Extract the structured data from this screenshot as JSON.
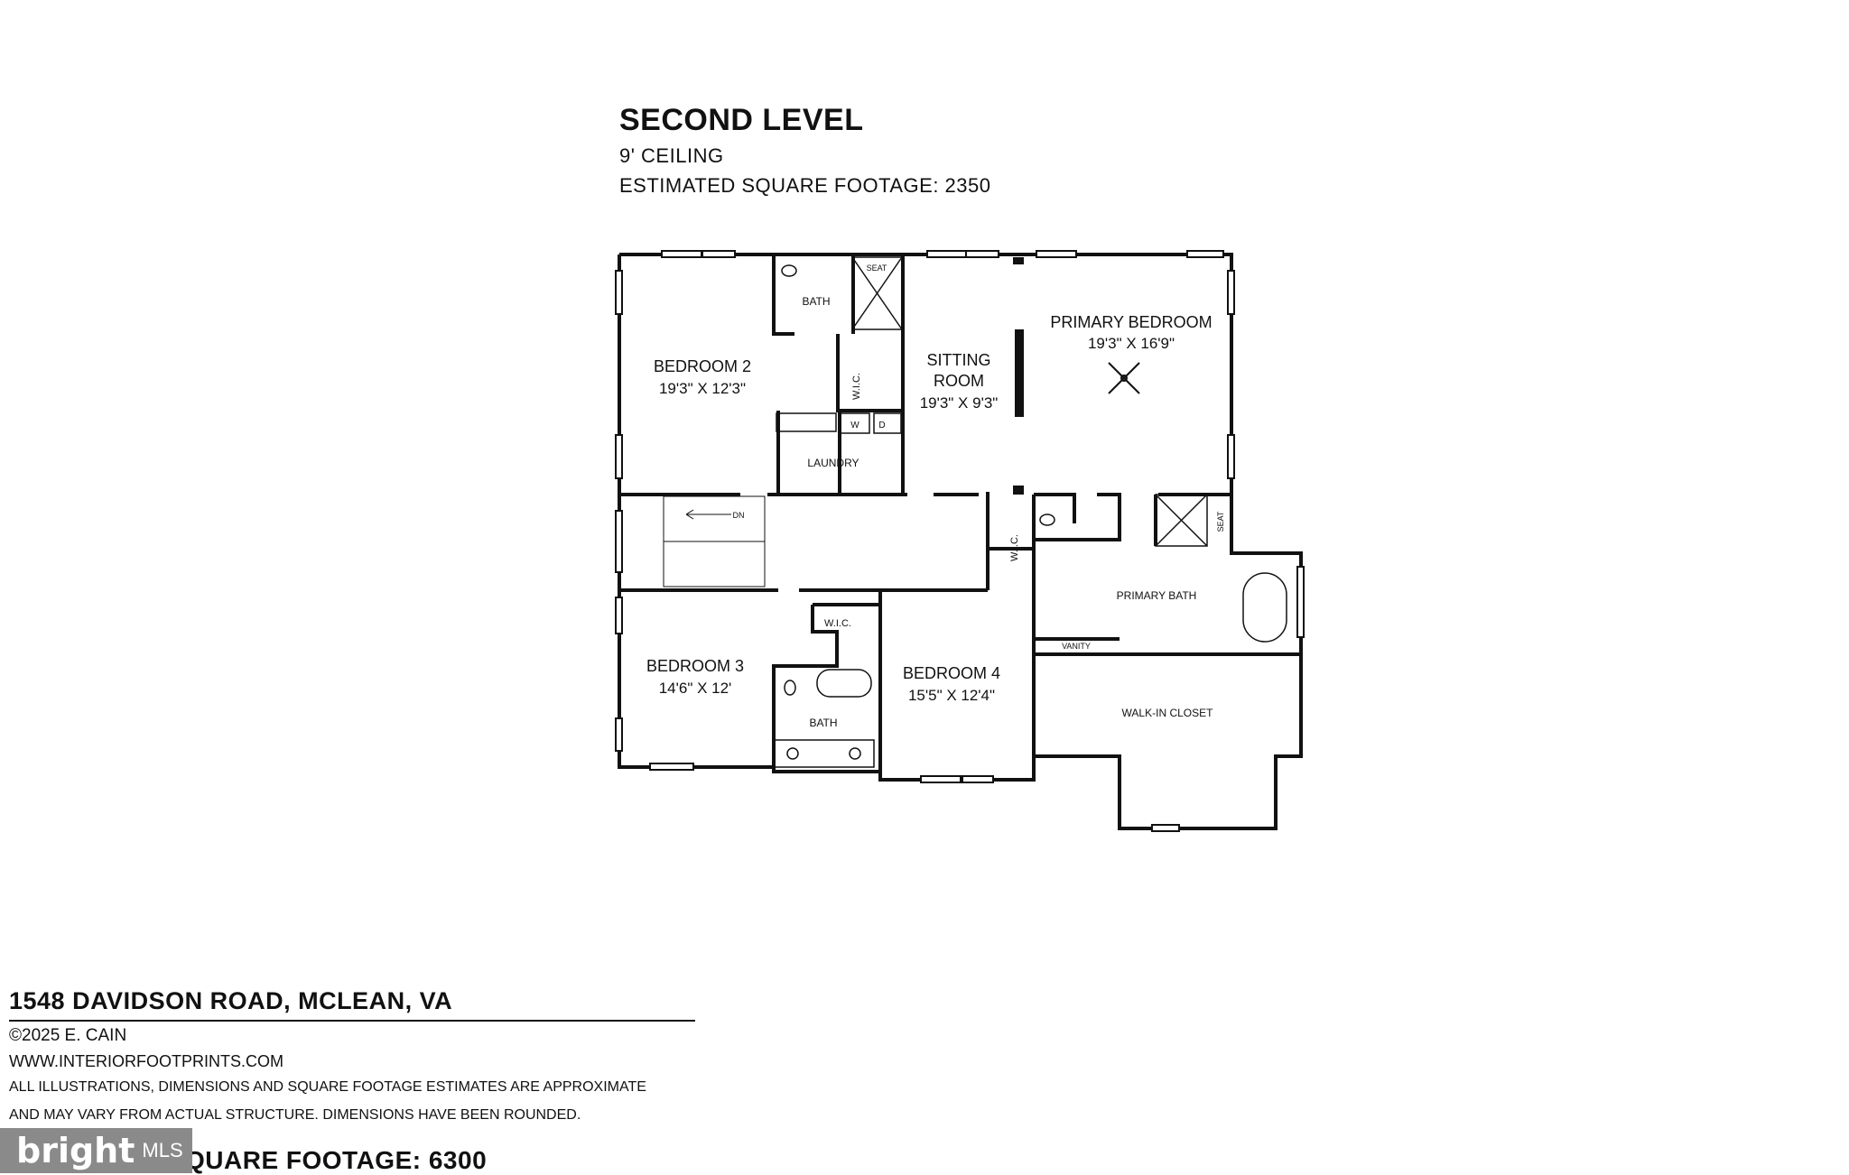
{
  "header": {
    "title": "SECOND LEVEL",
    "ceiling": "9' CEILING",
    "sqft": "ESTIMATED SQUARE FOOTAGE: 2350"
  },
  "rooms": {
    "bath_top": "BATH",
    "seat_top": "SEAT",
    "bedroom2_name": "BEDROOM 2",
    "bedroom2_dim": "19'3\" X 12'3\"",
    "wic_left": "W.I.C.",
    "washer": "W",
    "dryer": "D",
    "laundry": "LAUNDRY",
    "sitting_name1": "SITTING",
    "sitting_name2": "ROOM",
    "sitting_dim": "19'3\" X 9'3\"",
    "primary_name": "PRIMARY BEDROOM",
    "primary_dim": "19'3\" X 16'9\"",
    "stairs_dn": "DN",
    "wic_mid": "W.I.C.",
    "seat_primary": "SEAT",
    "primary_bath": "PRIMARY BATH",
    "vanity": "VANITY",
    "walk_in_closet": "WALK-IN CLOSET",
    "wic_small": "W.I.C.",
    "bedroom3_name": "BEDROOM 3",
    "bedroom3_dim": "14'6\" X 12'",
    "bath_lower": "BATH",
    "bedroom4_name": "BEDROOM 4",
    "bedroom4_dim": "15'5\" X 12'4\""
  },
  "footer": {
    "address": "1548 DAVIDSON ROAD, MCLEAN, VA",
    "copyright": "©2025 E. CAIN",
    "website": "WWW.INTERIORFOOTPRINTS.COM",
    "disclaimer1": "ALL ILLUSTRATIONS, DIMENSIONS AND SQUARE FOOTAGE ESTIMATES ARE APPROXIMATE",
    "disclaimer2": "AND MAY VARY FROM ACTUAL STRUCTURE. DIMENSIONS HAVE BEEN ROUNDED.",
    "total_sqft": "QUARE FOOTAGE:  6300"
  },
  "watermark": {
    "brand": "bright",
    "suffix": "MLS"
  }
}
